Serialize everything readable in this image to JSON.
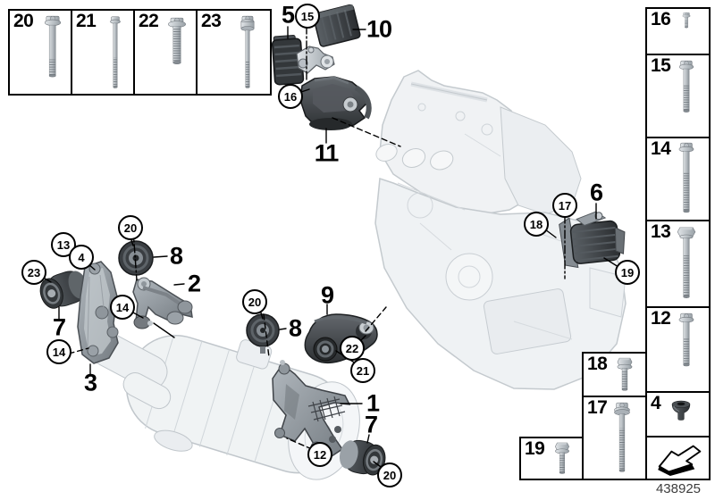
{
  "doc_number": "438925",
  "fastener_boxes": {
    "top_row": [
      {
        "number": "20",
        "icon": "torx-flange-bolt-icon"
      },
      {
        "number": "21",
        "icon": "thin-long-bolt-icon"
      },
      {
        "number": "22",
        "icon": "stubby-threaded-bolt-icon"
      },
      {
        "number": "23",
        "icon": "spacer-washer-bolt-icon"
      }
    ],
    "right_column": [
      {
        "number": "16",
        "icon": "short-flange-bolt-icon"
      },
      {
        "number": "15",
        "icon": "medium-flange-bolt-icon"
      },
      {
        "number": "14",
        "icon": "long-flange-bolt-icon"
      },
      {
        "number": "13",
        "icon": "hex-head-bolt-icon"
      },
      {
        "number": "12",
        "icon": "medium-flange-bolt-icon"
      },
      {
        "number": "4",
        "icon": "blind-rivet-nut-icon"
      }
    ],
    "aux": [
      {
        "number": "18",
        "icon": "short-hex-flange-bolt-icon"
      },
      {
        "number": "17",
        "icon": "washer-long-bolt-icon"
      },
      {
        "number": "19",
        "icon": "short-hex-flange-bolt-icon"
      }
    ],
    "arrow_icon": "direction-arrow-icon"
  },
  "callouts": {
    "plain": [
      {
        "n": "5"
      },
      {
        "n": "10"
      },
      {
        "n": "11"
      },
      {
        "n": "8"
      },
      {
        "n": "2"
      },
      {
        "n": "7"
      },
      {
        "n": "3"
      },
      {
        "n": "8"
      },
      {
        "n": "9"
      },
      {
        "n": "1"
      },
      {
        "n": "7"
      },
      {
        "n": "6"
      }
    ],
    "circled": [
      {
        "n": "15"
      },
      {
        "n": "16"
      },
      {
        "n": "20"
      },
      {
        "n": "13"
      },
      {
        "n": "4"
      },
      {
        "n": "23"
      },
      {
        "n": "14"
      },
      {
        "n": "14"
      },
      {
        "n": "20"
      },
      {
        "n": "22"
      },
      {
        "n": "21"
      },
      {
        "n": "12"
      },
      {
        "n": "20"
      },
      {
        "n": "17"
      },
      {
        "n": "18"
      },
      {
        "n": "19"
      }
    ]
  },
  "colors": {
    "background": "#ffffff",
    "callout_border": "#000000",
    "faded_art_stroke": "#b6bdc3",
    "faded_art_fill": "#edf0f2",
    "dark_part": "#33373a",
    "metal_part": "#9aa1a7"
  }
}
